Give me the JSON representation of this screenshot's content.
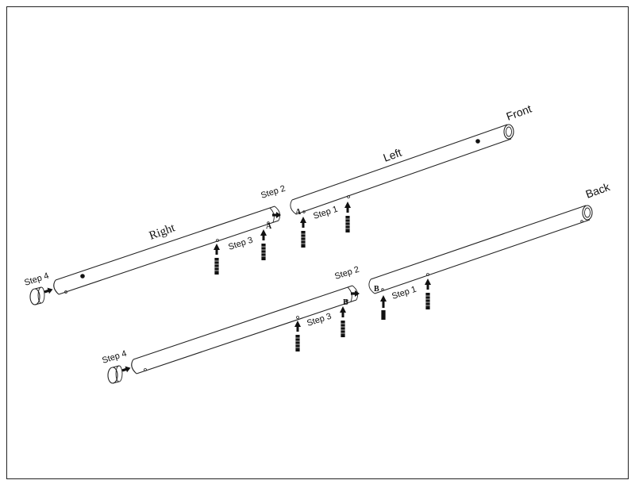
{
  "assembly": {
    "upper": {
      "labels": {
        "front": "Front",
        "left": "Left",
        "right": "Right",
        "step1": "Step 1",
        "step2": "Step 2",
        "step3": "Step 3",
        "step4": "Step 4",
        "joint": "A"
      }
    },
    "lower": {
      "labels": {
        "back": "Back",
        "step1": "Step 1",
        "step2": "Step 2",
        "step3": "Step 3",
        "step4": "Step 4",
        "joint": "B"
      }
    }
  }
}
